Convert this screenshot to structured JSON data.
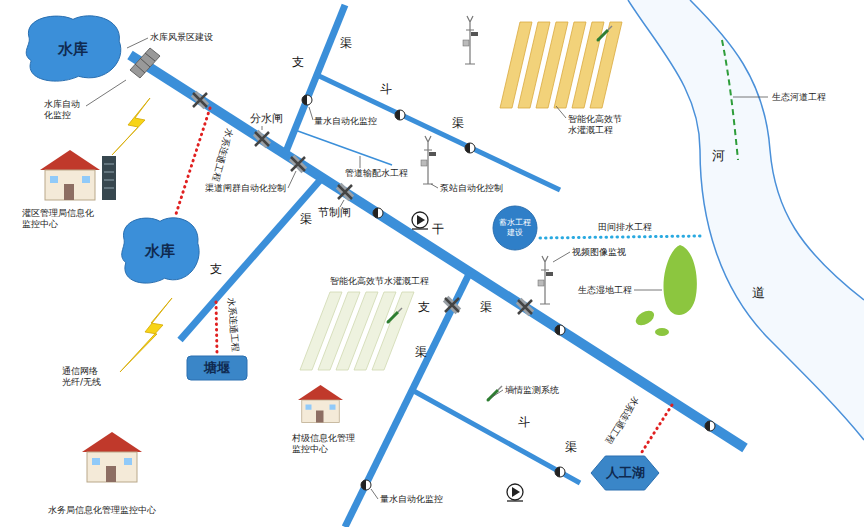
{
  "diagram": {
    "nodes": [
      {
        "text": [
          "水库"
        ]
      },
      {
        "text": [
          "水库"
        ]
      },
      {
        "text": [
          "塘堰"
        ]
      },
      {
        "text": [
          "人工湖"
        ]
      },
      {
        "text": [
          "蓄水工程建设"
        ]
      }
    ],
    "labels": [
      "水库风景区建设",
      "水库自动化监控",
      "灌区管理局信息化监控中心",
      "水系连通工程",
      "渠道闸群自动化控制",
      "分水闸",
      "量水自动化监控",
      "管道输配水工程",
      "泵站自动化控制",
      "节制闸",
      "智能化高效节水灌溉工程",
      "生态河道工程",
      "田间排水工程",
      "视频图像监视",
      "生态湿地工程",
      "智能化高效节水灌溉工程",
      "水系连通工程",
      "通信网络 光纤/无线",
      "水务局信息化管理监控中心",
      "村级信息化管理监控中心",
      "墒情监测系统",
      "水系连通工程",
      "量水自动化监控",
      "支",
      "渠",
      "斗",
      "渠",
      "干",
      "渠",
      "支",
      "渠",
      "支",
      "渠",
      "斗",
      "渠",
      "河",
      "道"
    ]
  }
}
